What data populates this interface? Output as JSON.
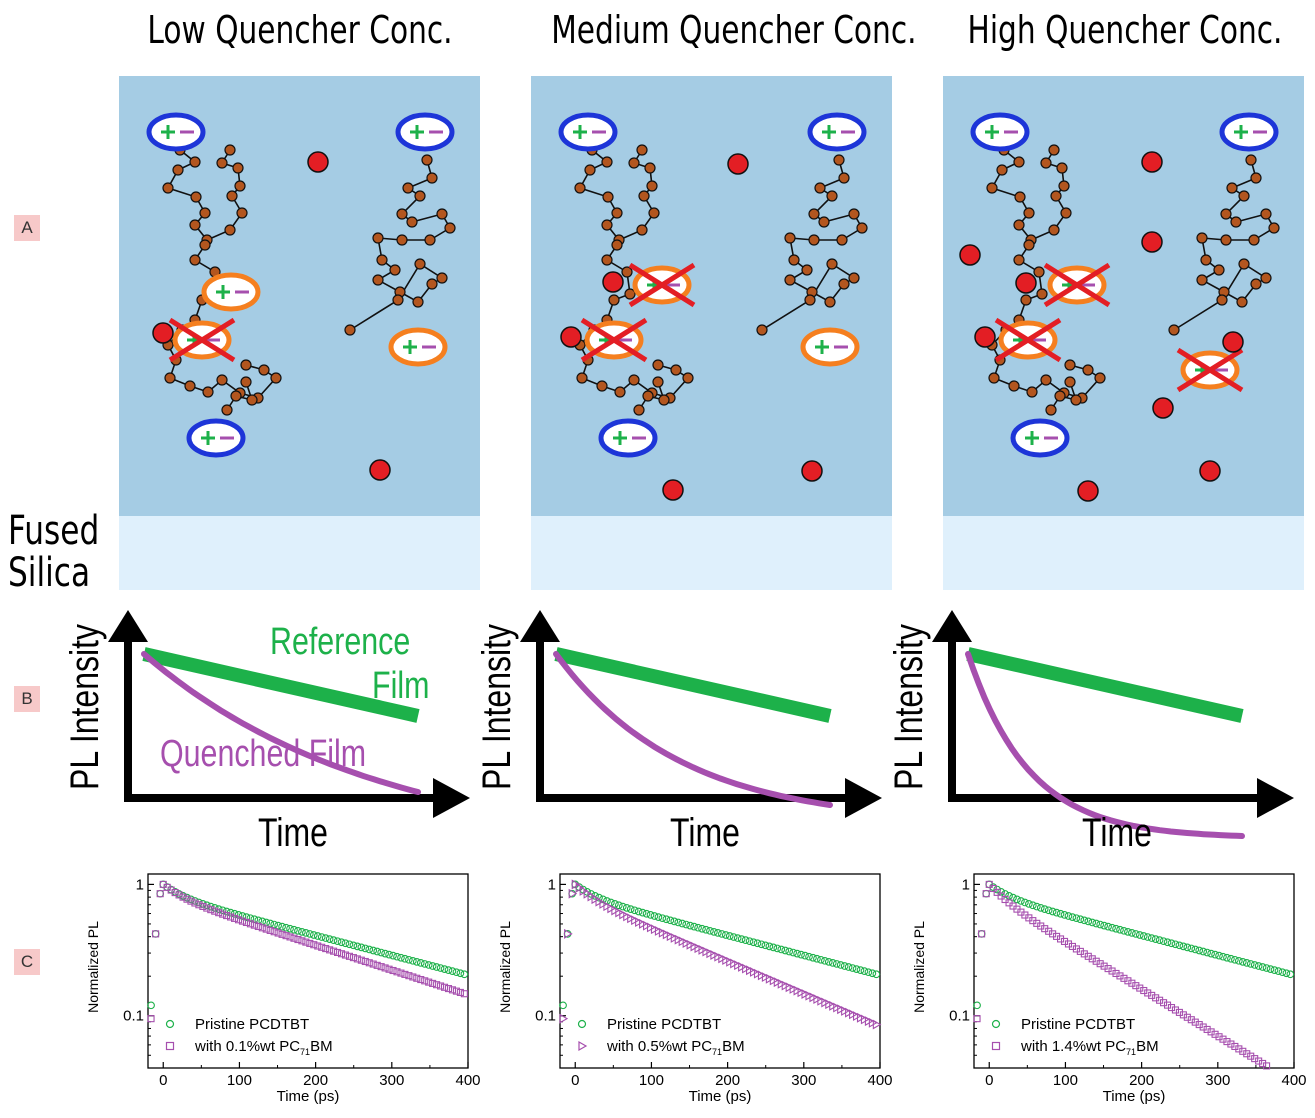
{
  "titles": [
    "Low Quencher Conc.",
    "Medium Quencher Conc.",
    "High Quencher Conc."
  ],
  "row_labels": {
    "a": "A",
    "b": "B",
    "c": "C"
  },
  "substrate_label": [
    "Fused",
    "Silica"
  ],
  "schematic": {
    "y_axis_label": "PL Intensity",
    "x_axis_label": "Time",
    "reference_label": [
      "Reference",
      "Film"
    ],
    "quenched_label": "Quenched Film"
  },
  "colors": {
    "reference": "#1db14a",
    "quenched": "#a64fae",
    "film": "#a5cce4",
    "substrate": "#dff0fc",
    "quencher": "#e31e24",
    "chain_node": "#b3561f"
  },
  "chart_data": [
    {
      "type": "scatter",
      "xlabel": "Time (ps)",
      "ylabel": "Normalized PL",
      "xlim": [
        -20,
        400
      ],
      "ylim": [
        0.04,
        1.2
      ],
      "yscale": "log",
      "x_ticks": [
        0,
        100,
        200,
        300,
        400
      ],
      "y_ticks": [
        {
          "v": 1,
          "label": "1"
        },
        {
          "v": 0.1,
          "label": "0.1"
        }
      ],
      "legend_position": "bottom-left",
      "series": [
        {
          "name": "Pristine PCDTBT",
          "marker": "circle",
          "color": "#1db14a",
          "tau": 287
        },
        {
          "name_prefix": "with 0.1%wt PC",
          "name_sub": "71",
          "name_suffix": "BM",
          "marker": "square",
          "color": "#a64fae",
          "tau": 230
        }
      ]
    },
    {
      "type": "scatter",
      "xlabel": "Time (ps)",
      "ylabel": "Normalized PL",
      "xlim": [
        -20,
        400
      ],
      "ylim": [
        0.04,
        1.2
      ],
      "yscale": "log",
      "x_ticks": [
        0,
        100,
        200,
        300,
        400
      ],
      "y_ticks": [
        {
          "v": 1,
          "label": "1"
        },
        {
          "v": 0.1,
          "label": "0.1"
        }
      ],
      "legend_position": "bottom-left",
      "series": [
        {
          "name": "Pristine PCDTBT",
          "marker": "circle",
          "color": "#1db14a",
          "tau": 287
        },
        {
          "name_prefix": "with 0.5%wt PC",
          "name_sub": "71",
          "name_suffix": "BM",
          "marker": "triangle",
          "color": "#a64fae",
          "tau": 175
        }
      ]
    },
    {
      "type": "scatter",
      "xlabel": "Time (ps)",
      "ylabel": "Normalized PL",
      "xlim": [
        -20,
        400
      ],
      "ylim": [
        0.04,
        1.2
      ],
      "yscale": "log",
      "x_ticks": [
        0,
        100,
        200,
        300,
        400
      ],
      "y_ticks": [
        {
          "v": 1,
          "label": "1"
        },
        {
          "v": 0.1,
          "label": "0.1"
        }
      ],
      "legend_position": "bottom-left",
      "series": [
        {
          "name": "Pristine PCDTBT",
          "marker": "circle",
          "color": "#1db14a",
          "tau": 287
        },
        {
          "name_prefix": "with 1.4%wt PC",
          "name_sub": "71",
          "name_suffix": "BM",
          "marker": "square",
          "color": "#a64fae",
          "tau": 122
        }
      ]
    }
  ]
}
